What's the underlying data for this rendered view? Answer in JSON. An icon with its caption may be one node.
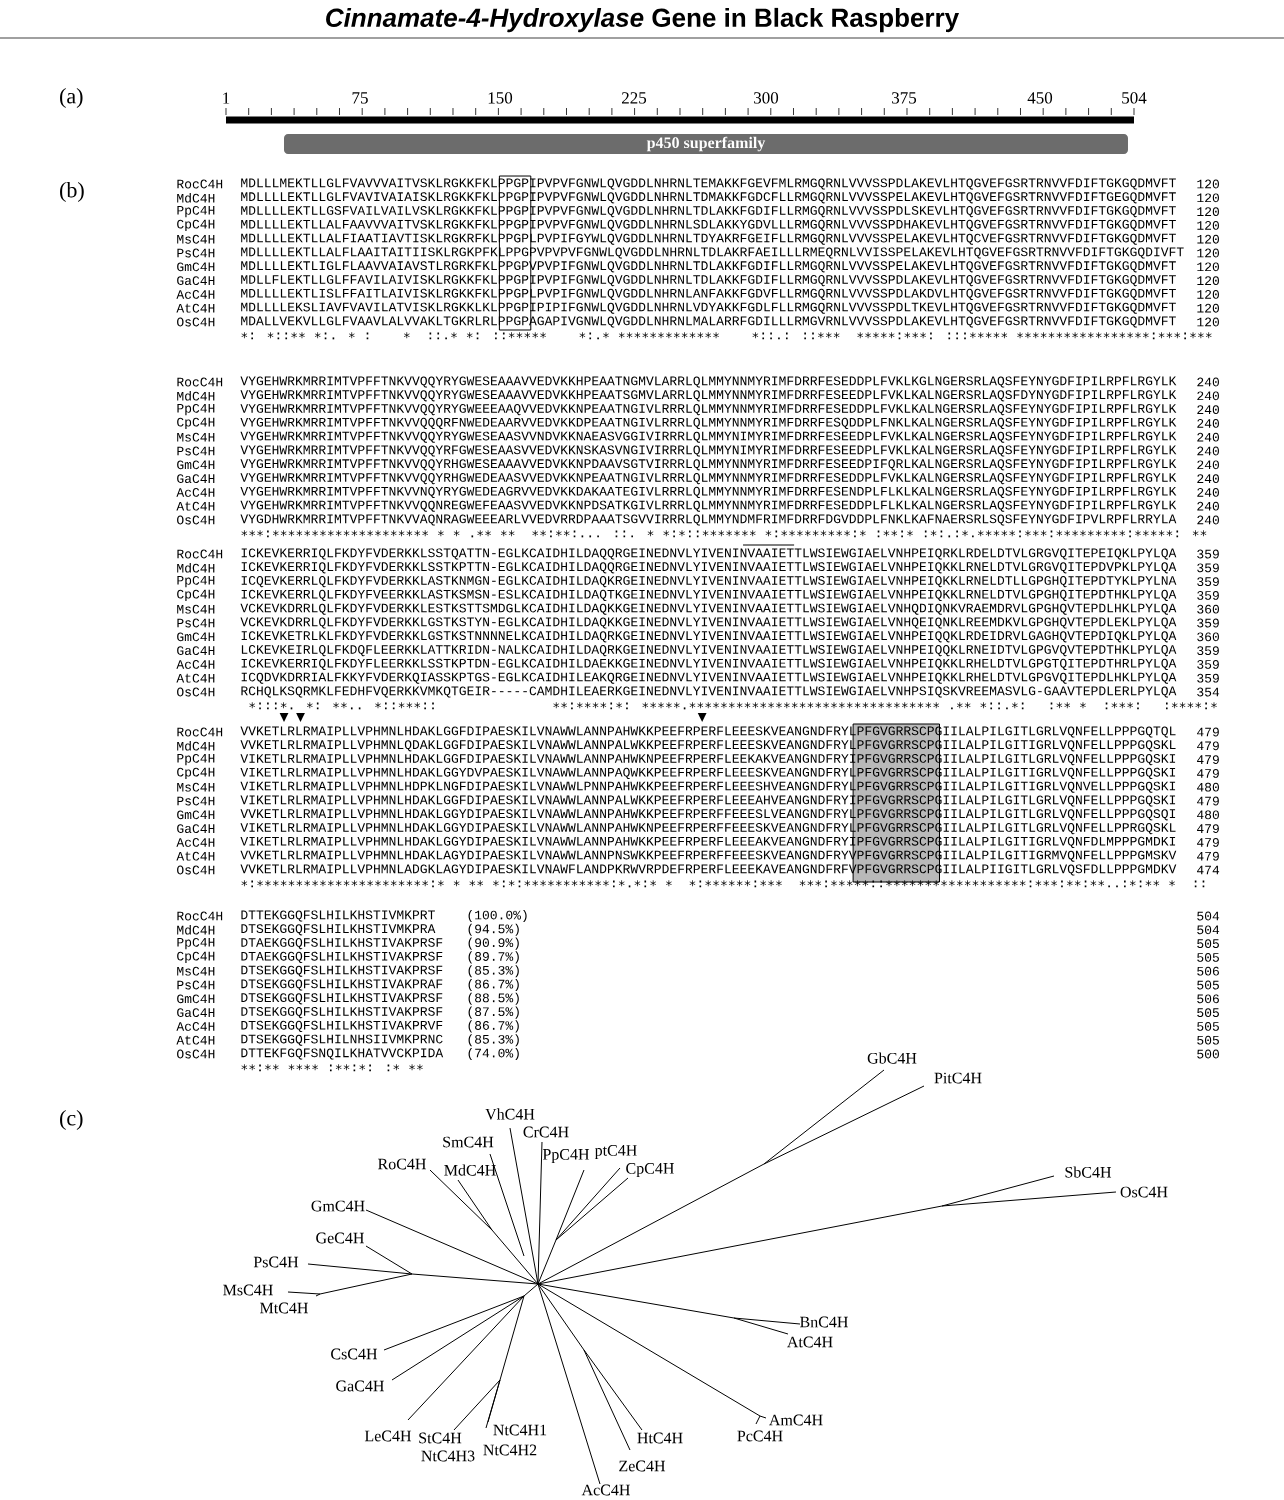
{
  "diagram": {
    "title": "*Cinnamate-4-Hydroxylase* Gene in Black Raspberry",
    "nodes": [
      {
        "text": [
          "p450 superfamily"
        ]
      },
      {
        "text": [],
        "shape": "box"
      },
      {
        "text": [],
        "shape": "box"
      }
    ],
    "labels": [
      "(a)",
      "1",
      "75",
      "150",
      "225",
      "300",
      "375",
      "450",
      "504",
      "(b)",
      "RocC4H",
      "MDLLLMEKTLLGLFVAVVVAITVSKLRGKKFKLPPGPIPVPVFGNWLQVGDDLNHRNLTEMAKKFGEVFMLRMGQRNLVVVSSPDLAKEVLHTQGVEFGSRTRNVVFDIFTGKGQDMVFT",
      "120",
      "MdC4H",
      "MDLLLLEKTLLGLFVAVIVAIAISKLRGKKFKLPPGPIPVPVFGNWLQVGDDLNHRNLTDMAKKFGDCFLLRMGQRNLVVVSSPELAKEVLHTQGVEFGSRTRNVVFDIFTGEGQDMVFT",
      "120",
      "PpC4H",
      "MDLLLLEKTLLGSFVAILVAILVSKLRGKKFKLPPGPIPVPVFGNWLQVGDDLNHRNLTDLAKKFGDIFLLRMGQRNLVVVSSPDLSKEVLHTQGVEFGSRTRNVVFDIFTGKGQDMVFT",
      "120",
      "CpC4H",
      "MDLLLLEKTLLALFAAVVVAITVSKLRGKKFKLPPGPIPVPVFGNWLQVGDDLNHRNLSDLAKKYGDVLLLRMGQRNLVVVSSPDHAKEVLHTQGVEFGSRTRNVVFDIFTGKGQDMVFT",
      "120",
      "MsC4H",
      "MDLLLLEKTLLALFIAATIAVTISKLRGKRFKLPPGPLPVPIFGYWLQVGDDLNHRNLTDYAKRFGEIFLLRMGQRNLVVVSSPELAKEVLHTQCVEFGSRTRNVVFDIFTGKGQDMVFT",
      "120",
      "PsC4H",
      "MDLLLLEKTLLALFLAAITAITIISKLRGKPFKLPPGPVPVPVFGNWLQVGDDLNHRNLTDLAKRFAEILLLRMEQRNLVVISSPELAKEVLHTQGVEFGSRTRNVVFDIFTGKGQDIVFT",
      "120",
      "GmC4H",
      "MDLLLLEKTLIGLFLAAVVAIAVSTLRGRKFKLPPGPVPVPIFGNWLQVGDDLNHRNLTDLAKKFGDIFLLRMGQRNLVVVSSPELAKEVLHTQGVEFGSRTRNVVFDIFTGKGQDMVFT",
      "120",
      "GaC4H",
      "MDLLFLEKTLLGLFFAVILAIVISKLRGKKFKLPPGPIPVPIFGNWLQVGDDLNHRNLTDLAKKFGDIFLLRMGQRNLVVVSSPDLAKEVLHTQGVEFGSRTRNVVFDIFTGKGQDMVFT",
      "120",
      "AcC4H",
      "MDLLLLEKTLISLFFAITLAIVISKLRGKKFKLPPGPLPVPIFGNWLQVGDDLNHRNLANFAKKFGDVFLLRMGQRNLVVVSSPDLAKDVLHTQGVEFGSRTRNVVFDIFTGKGQDMVFT",
      "120",
      "AtC4H",
      "MDLLLLEKSLIAVFVAVILATVISKLRGKKLKLPPGPIPIPIFGNWLQVGDDLNHRNLVDYAKKFGDLFLLRMGQRNLVVVSSPDLTKEVLHTQGVEFGSRTRNVVFDIFTGKGQDMVFT",
      "120",
      "OsC4H",
      "MDALLVEKVLLGLFVAAVLALVVAKLTGKRLRLPPGPAGAPIVGNWLQVGDDLNHRNLMALARRFGDILLLRMGVRNLVVVSSPDLAKEVLHTQGVEFGSRTRNVVFDIFTGKGQDMVFT",
      "120",
      "∗: ∗::∗∗ ∗:. ∗ :   ∗  ::.∗ ∗: ::∗∗∗∗∗    ∗:.∗ ∗∗∗∗∗∗∗∗∗∗∗∗∗    ∗::.: ::∗∗∗  ∗∗∗∗∗:∗∗∗: :::∗∗∗∗∗ ∗∗∗∗∗∗∗∗∗∗∗∗∗∗∗∗∗:∗∗∗:∗∗∗",
      "RocC4H",
      "VYGEHWRKMRRIMTVPFFTNKVVQQYRYGWESEAAAVVEDVKKHPEAATNGMVLARRLQLMMYNNMYRIMFDRRFESEDDPLFVKLKGLNGERSRLAQSFEYNYGDFIPILRPFLRGYLK",
      "240",
      "MdC4H",
      "VYGEHWRKMRRIMTVPFFTNKVVQQYRYGWESEAAAVVEDVKKHPEAATSGMVLARRLQLMMYNNMYRIMFDRRFESEEDPLFVKLKALNGERSRLAQSFDYNYGDFIPILRPFLRGYLK",
      "240",
      "PpC4H",
      "VYGEHWRKMRRIMTVPFFTNKVVQQYRYGWEEEAAQVVEDVKKNPEAATNGIVLRRRLQLMMYNNMYRIMFDRRFESEDDPLFVKLKALNGERSRLAQSFEYNYGDFIPILRPFLRGYLK",
      "240",
      "CpC4H",
      "VYGEHWRKMRRIMTVPFFTNKVVQQQRFNWEDEAARVVEDVKKDPEAATNGIVLRRRLQLMMYNNMYRIMFDRRFESQDDPLFNKLKALNGERSRLAQSFEYNYGDFIPILRPFLRGYLK",
      "240",
      "MsC4H",
      "VYGEHWRKMRRIMTVPFFTNKVVQQYRYGWESEAASVVNDVKKNAEASVGGIVIRRRLQLMMYNIMYRIMFDRRFESEEDPLFVKLKALNGERSRLAQSFEYNYGDFIPILRPFLRGYLK",
      "240",
      "PsC4H",
      "VYGEHWRKMRRIMTVPFFTNKVVQQYRFGWESEAASVVEDVKKNSKASVNGIVIRRRLQLMMYNIMYRIMFDRRFESEEDPLFVKLKALNGERSRLAQSFEYNYGDFIPILRPFLRGYLK",
      "240",
      "GmC4H",
      "VYGEHWRKMRRIMTVPFFTNKVVQQYRHGWESEAAAVVEDVKKNPDAAVSGTVIRRRLQLMMYNNMYRIMFDRRFESEEDPIFQRLKALNGERSRLAQSFEYNYGDFIPILRPFLRGYLK",
      "240",
      "GaC4H",
      "VYGEHWRKMRRIMTVPFFTNKVVQQYRHGWEDEAASVVEDVKKNPEAATNGIVLRRRLQLMMYNNMYRIMFDRRFESEDDPLFVKLKALNGERSRLAQSFEYNYGDFIPILRPFLRGYLK",
      "240",
      "AcC4H",
      "VYGEHWRKMRRIMTVPFFTNKVVNQYRYGWEDEAGRVVEDVKKDAKAATEGIVLRRRLQLMMYNNMYRIMFDRRFESENDPLFLKLKALNGERSRLAQSFEYNYGDFIPILRPFLRGYLK",
      "240",
      "AtC4H",
      "VYGEHWRKMRRIMTVPFFTNKVVQQNREGWEFEAASVVEDVKKNPDSATKGIVLRRRLQLMMYNNMYRIMFDRRFESEDDPLFLKLKALNGERSRLAQSFEYNYGDFIPILRPFLRGYLK",
      "240",
      "OsC4H",
      "VYGDHWRKMRRIMTVPFFTNKVVAQNRAGWEEEARLVVEDVRRDPAAATSGVVIRRRLQLMMYNDMFRIMFDRRFDGVDDPLFNKLKAFNAERSRLSQSFEYNYGDFIPVLRPFLRRYLA",
      "240",
      "∗∗∗:∗∗∗∗∗∗∗∗∗∗∗∗∗∗∗∗∗∗∗∗ ∗ ∗ .∗∗ ∗∗  ∗∗:∗∗:... ::. ∗ ∗:∗::∗∗∗∗∗∗∗ ∗:∗∗∗∗∗∗∗∗∗:∗ :∗∗:∗ :∗:.:∗.∗∗∗∗∗:∗∗∗:∗∗∗∗∗∗∗∗∗:∗∗∗∗∗: ∗∗",
      "RocC4H",
      "ICKEVKERRIQLFKDYFVDERKKLSSTQATTN-EGLKCAIDHILDAQQRGEINEDNVLYIVENINVAAIETTLWSIEWGIAELVNHPEIQRKLRDELDTVLGRGVQITEPEIQKLPYLQA",
      "359",
      "MdC4H",
      "ICKEVKERRIQLFKDYFVDERKKLSSTKPTTN-EGLKCAIDHILDAQQRGEINEDNVLYIVENINVAAIETTLWSIEWGIAELVNHPEIQKKLRNELDTVLGRGVQITEPDVPKLPYLQA",
      "359",
      "PpC4H",
      "ICQEVKERRLQLFKDYFVDERKKLASTKNMGN-EGLKCAIDHILDAQKRGEINEDNVLYIVENINVAAIETTLWSIEWGIAELVNHPEIQKKLRNELDTLLGPGHQITEPDTYKLPYLNA",
      "359",
      "CpC4H",
      "ICKEVKERRLQLFKDYFVEERKKLASTKSMSN-ESLKCAIDHILDAQTKGEINEDNVLYIVENINVAAIETTLWSIEWGIAELVNHPEIQKKLRNELDTVLGPGHQITEPDTHKLPYLQA",
      "359",
      "MsC4H",
      "VCKEVKDRRLQLFKDYFVDERKKLESTKSTTSMDGLKCAIDHILDAQKKGEINEDNVLYIVENINVAAIETTLWSIEWGIAELVNHQDIQNKVRAEMDRVLGPGHQVTEPDLHKLPYLQA",
      "360",
      "PsC4H",
      "VCKEVKDRRLQLFKDYFVDERKKLGSTKSTYN-EGLKCAIDHILDAQKKGEINEDNVLYIVENINVAAIETTLWSIEWGIAELVNHQEIQNKLREEMDKVLGPGHQVTEPDLEKLPYLQA",
      "359",
      "GmC4H",
      "ICKEVKETRLKLFKDYFVDERKKLGSTKSTNNNNELKCAIDHILDAQRKGEINEDNVLYIVENINVAAIETTLWSIEWGIAELVNHPEIQQKLRDEIDRVLGAGHQVTEPDIQKLPYLQA",
      "360",
      "GaC4H",
      "LCKEVKEIRLQLFKDQFLEERKKLATTKRIDN-NALKCAIDHILDAQRKGEINEDNVLYIVENINVAAIETTLWSIEWGIAELVNHPEIQQKLRNEIDTVLGPGVQVTEPDTHKLPYLQA",
      "359",
      "AcC4H",
      "ICKEVKERRIQLFKDYFLEERKKLSSTKPTDN-EGLKCAIDHILDAEKKGEINEDNVLYIVENINVAAIETTLWSIEWGIAELVNHPEIQKKLRHELDTVLGPGTQITEPDTHRLPYLQA",
      "359",
      "AtC4H",
      "ICQDVKDRRIALFKKYFVDERKQIASSKPTGS-EGLKCAIDHILEAKQRGEINEDNVLYIVENINVAAIETTLWSIEWGIAELVNHPEIQKKLRHELDTVLGPGVQITEPDLHKLPYLQA",
      "359",
      "OsC4H",
      "RCHQLKSQRMKLFEDHFVQERKKVMKQTGEIR-----CAMDHILEAERKGEINEDNVLYIVENINVAAIETTLWSIEWGIAELVNHPSIQSKVREEMASVLG-GAAVTEPDLERLPYLQA",
      "354",
      " ∗:::∗. ∗: ∗∗.. ∗::∗∗∗::           ∗∗:∗∗∗∗:∗: ∗∗∗∗∗.∗∗∗∗∗∗∗∗∗∗∗∗∗∗∗∗∗∗∗∗∗∗∗∗∗∗∗∗∗∗∗∗ .∗∗ ∗::.∗:  :∗∗ ∗  :∗∗∗:  :∗∗∗∗:∗",
      "RocC4H",
      "VVKETLRLRMAIPLLVPHMNLHDAKLGGFDIPAESKILVNAWWLANNPAHWKKPEEFRPERFLEEESKVEANGNDFRYLPFGVGRRSCPGIILALPILGITLGRLVQNFELLPPPGQTQL",
      "479",
      "MdC4H",
      "VVKETLRLRMAIPLLVPHMNLQDAKLGGFDIPAESKILVNAWWLANNPALWKKPEEFRPERFLEEESKVEANGNDFRYLPFGVGRRSCPGIILALPILGITIGRLVQNFELLPPPGQSKL",
      "479",
      "PpC4H",
      "VIKETLRLRMAIPLLVPHMNLHDAKLGGFDIPAESKILVNAWWLANNPAHWKNPEEFRPERFLEEKAKVEANGNDFRYIPFGVGRRSCPGIILALPILGITLGRLVQNFELLPPPGQSKI",
      "479",
      "CpC4H",
      "VIKETLRLRMAIPLLVPHMNLHDAKLGGYDVPAESKILVNAWWLANNPAQWKKPEEFRPERFLEEESKVEANGNDFRYLPFGVGRRSCPGIILALPILGITIGRLVQNFELLPPPGQSKI",
      "479",
      "MsC4H",
      "VIKETLRLRMAIPLLVPHMNLHDPKLNGFDIPAESKILVNAWWLPNNPAHWKKPEEFRPERFLEEESHVEANGNDFRYLPFGVGRRSCPGIILALPILGITIGRLVQNVELLPPPGQSKI",
      "480",
      "PsC4H",
      "VIKETLRLRMAIPLLVPHMNLHDAKLGGFDIPAESKILVNAWWLANNPALWKKPEEFRPERFLEEEAHVEANGNDFRYIPFGVGRRSCPGIILALPILGITLGRLVQNFELLPPPGQSKI",
      "479",
      "GmC4H",
      "VVKETLRLRMAIPLLVPHMNLHDAKLGGYDIPAESKILVNAWWLANNPAHWKKPEEFRPERFFEEESLVEANGNDFRYLPFGVGRRSCPGIILALPILGITLGRLVQNFELLPPPGQSQI",
      "480",
      "GaC4H",
      "VIKETLRLRMAIPLLVPHMNLHDAKLGGYDIPAESKILVNAWWLANNPAHWKNPEEFRPERFFEEESKVEANGNDFRYLPFGVGRRSCPGIILALPILGITLGRLVQNFELLPPRGQSKL",
      "479",
      "AcC4H",
      "VIKETLRLRMAIPLLVPHMNLHDAKLGGYDIPAESKILVNAWWLANNPAHWKKPEEFRPERFLEEEAKVEANGNDFRYIPFGVGRRSCPGIILALPILGITIGRLVQNFDLMPPPGMDKI",
      "479",
      "AtC4H",
      "VVKETLRLRMAIPLLVPHMNLHDAKLAGYDIPAESKILVNAWWLANNPNSWKKPEEFRPERFFEEESKVEANGNDFRYVPFGVGRRSCPGIILALPILGITIGRMVQNFELLPPPGMSKV",
      "479",
      "OsC4H",
      "VVKETLRLRMAIPLLVPHMNLADGKLAGYDIPAESKILVNAWFLANDPKRWVRPDEFRPERFLEEEKAVEANGNDFRFVPFGVGRRSCPGIILALPIIGITLGRLVQSFDLLPPPGMDKV",
      "474",
      "∗:∗∗∗∗∗∗∗∗∗∗∗∗∗∗∗∗∗∗∗∗∗∗:∗ ∗ ∗∗ ∗:∗:∗∗∗∗∗∗∗∗∗∗∗:∗.∗:∗ ∗  ∗:∗∗∗∗∗∗:∗∗∗  ∗∗∗:∗∗∗∗∗::∗∗∗∗∗∗∗∗∗∗∗∗∗∗∗∗∗∗:∗∗∗:∗∗:∗∗..:∗:∗∗ ∗  ::",
      "RocC4H",
      "DTTEKGGQFSLHILKHSTIVMKPRT",
      "(100.0%)",
      "504",
      "MdC4H",
      "DTSEKGGQFSLHILKHSTIVMKPRA",
      "(94.5%)",
      "504",
      "PpC4H",
      "DTAEKGGQFSLHILKHSTIVAKPRSF",
      "(90.9%)",
      "505",
      "CpC4H",
      "DTAEKGGQFSLHILKHSTIVAKPRSF",
      "(89.7%)",
      "505",
      "MsC4H",
      "DTSEKGGQFSLHILKHSTIVAKPRSF",
      "(85.3%)",
      "506",
      "PsC4H",
      "DTSEKGGQFSLHILKHSTIVAKPRAF",
      "(86.7%)",
      "505",
      "GmC4H",
      "DTSEKGGQFSLHILKHSTIVAKPRSF",
      "(88.5%)",
      "506",
      "GaC4H",
      "DTSEKGGQFSLHILKHSTIVAKPRSF",
      "(87.5%)",
      "505",
      "AcC4H",
      "DTSEKGGQFSLHILKHSTIVAKPRVF",
      "(86.7%)",
      "505",
      "AtC4H",
      "DTSEKGGQFSLHILNHSIIVMKPRNC",
      "(85.3%)",
      "505",
      "OsC4H",
      "DTTEKFGQFSNQILKHATVVCKPIDA",
      "(74.0%)",
      "500",
      "∗∗:∗∗ ∗∗∗∗ :∗∗:∗: :∗ ∗∗",
      "(c)",
      "GbC4H",
      "PitC4H",
      "VhC4H",
      "CrC4H",
      "SmC4H",
      "PpC4H",
      "ptC4H",
      "RoC4H",
      "MdC4H",
      "CpC4H",
      "SbC4H",
      "OsC4H",
      "GmC4H",
      "GeC4H",
      "PsC4H",
      "MsC4H",
      "MtC4H",
      "BnC4H",
      "AtC4H",
      "CsC4H",
      "GaC4H",
      "LeC4H",
      "StC4H",
      "NtC4H1",
      "HtC4H",
      "PcC4H",
      "AmC4H",
      "NtC4H3",
      "NtC4H2",
      "ZeC4H",
      "AcC4H"
    ]
  }
}
